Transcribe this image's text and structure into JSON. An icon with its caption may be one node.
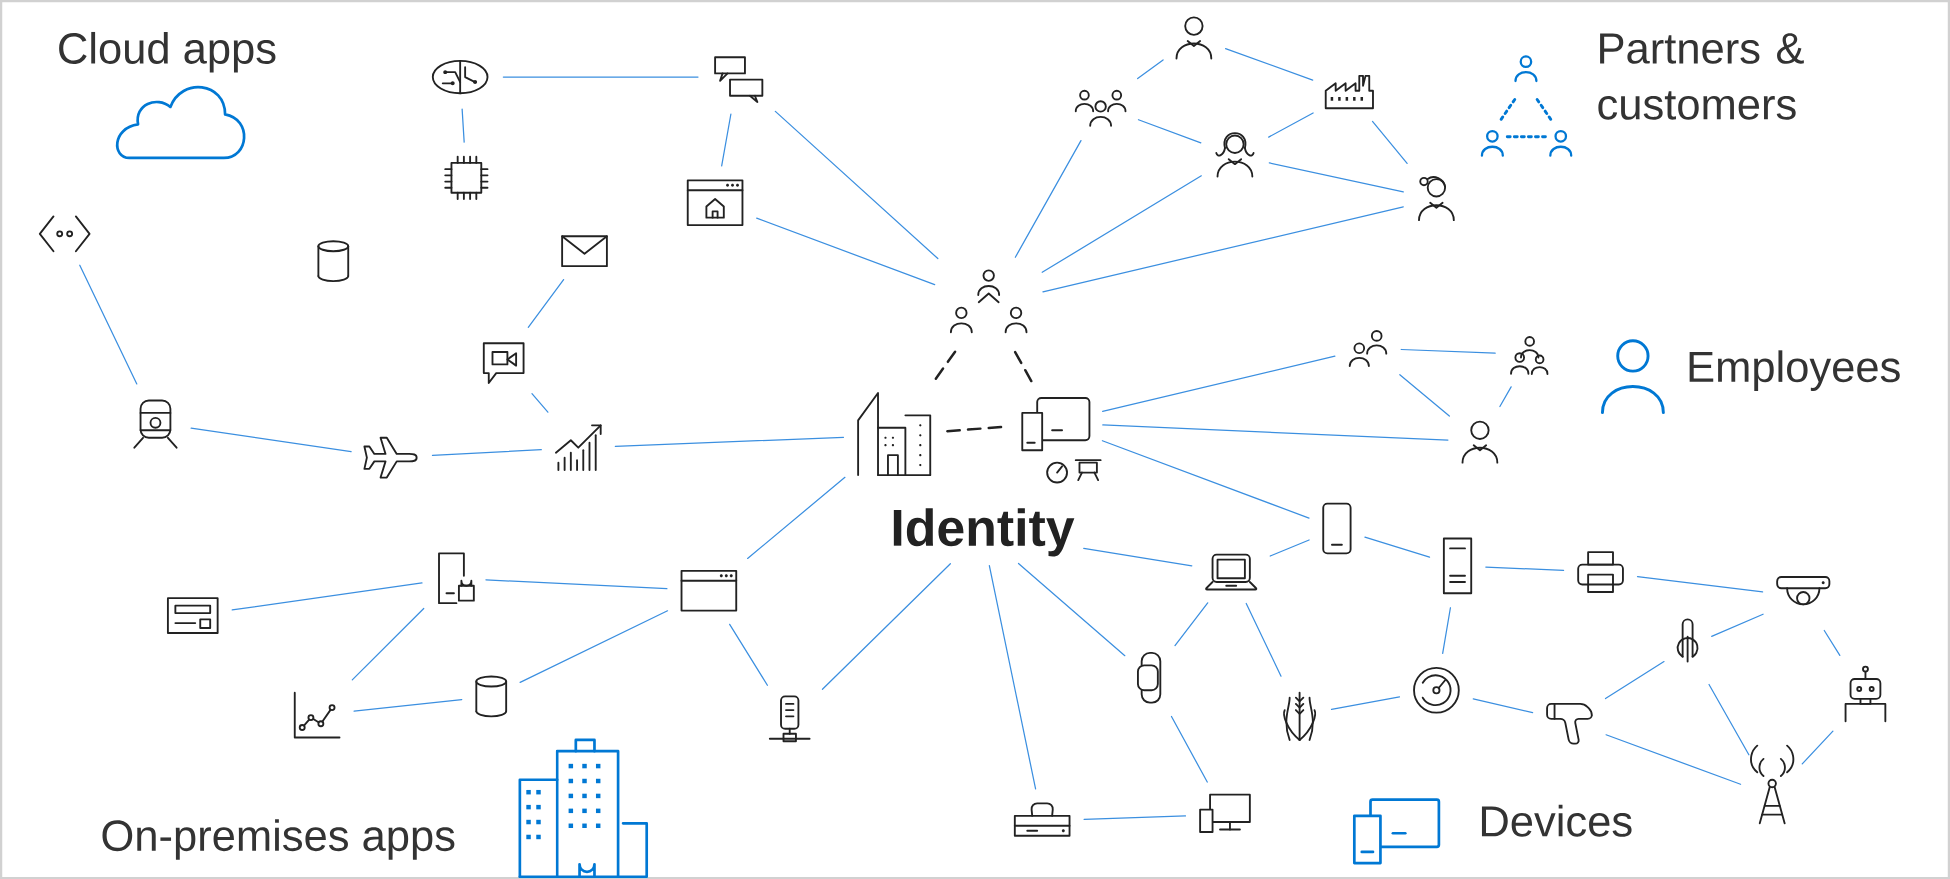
{
  "diagram": {
    "nodes": [
      {
        "text": [
          "Identity"
        ]
      },
      {
        "text": [],
        "shape": "picture"
      },
      {
        "text": [],
        "shape": "picture"
      },
      {
        "text": [],
        "shape": "picture"
      },
      {
        "text": [],
        "shape": "picture"
      },
      {
        "text": [],
        "shape": "picture"
      },
      {
        "text": [],
        "shape": "picture"
      },
      {
        "text": [],
        "shape": "picture"
      },
      {
        "text": [],
        "shape": "cylinder"
      },
      {
        "text": [],
        "shape": "picture"
      },
      {
        "text": [],
        "shape": "picture"
      },
      {
        "text": [],
        "shape": "picture"
      },
      {
        "text": [],
        "shape": "picture"
      },
      {
        "text": [],
        "shape": "picture"
      },
      {
        "text": [],
        "shape": "picture"
      },
      {
        "text": [],
        "shape": "person"
      },
      {
        "text": [],
        "shape": "picture"
      },
      {
        "text": [],
        "shape": "picture"
      },
      {
        "text": [],
        "shape": "person"
      },
      {
        "text": [],
        "shape": "person"
      },
      {
        "text": [],
        "shape": "picture"
      },
      {
        "text": [],
        "shape": "picture"
      },
      {
        "text": [],
        "shape": "person"
      },
      {
        "text": [],
        "shape": "picture"
      },
      {
        "text": [],
        "shape": "picture"
      },
      {
        "text": [],
        "shape": "picture"
      },
      {
        "text": [],
        "shape": "picture"
      },
      {
        "text": [],
        "shape": "picture"
      },
      {
        "text": [],
        "shape": "picture"
      },
      {
        "text": [],
        "shape": "picture"
      },
      {
        "text": [],
        "shape": "picture"
      },
      {
        "text": [],
        "shape": "picture"
      },
      {
        "text": [],
        "shape": "picture"
      },
      {
        "text": [],
        "shape": "picture"
      },
      {
        "text": [],
        "shape": "picture"
      },
      {
        "text": [],
        "shape": "picture"
      },
      {
        "text": [],
        "shape": "picture"
      },
      {
        "text": [],
        "shape": "picture"
      },
      {
        "text": [],
        "shape": "picture"
      },
      {
        "text": [],
        "shape": "picture"
      },
      {
        "text": [],
        "shape": "picture"
      },
      {
        "text": [],
        "shape": "cylinder"
      },
      {
        "text": [],
        "shape": "picture"
      }
    ],
    "edges": [
      {
        "from": 1,
        "to": 2,
        "arrow": "none",
        "style": "dashed",
        "color": "#222222"
      },
      {
        "from": 1,
        "to": 3,
        "arrow": "none",
        "style": "dashed",
        "color": "#222222"
      },
      {
        "from": 2,
        "to": 3,
        "arrow": "none",
        "style": "dashed",
        "color": "#222222"
      },
      {
        "from": 4,
        "to": 5,
        "arrow": "none"
      },
      {
        "from": 4,
        "to": 6,
        "arrow": "none"
      },
      {
        "from": 5,
        "to": 7,
        "arrow": "none"
      },
      {
        "from": 5,
        "to": 1,
        "arrow": "none"
      },
      {
        "from": 7,
        "to": 1,
        "arrow": "none"
      },
      {
        "from": 10,
        "to": 11,
        "arrow": "none"
      },
      {
        "from": 11,
        "to": 14,
        "arrow": "none"
      },
      {
        "from": 14,
        "to": 2,
        "arrow": "none"
      },
      {
        "from": 13,
        "to": 14,
        "arrow": "none"
      },
      {
        "from": 12,
        "to": 13,
        "arrow": "none"
      },
      {
        "from": 9,
        "to": 12,
        "arrow": "none"
      },
      {
        "from": 15,
        "to": 16,
        "arrow": "none"
      },
      {
        "from": 17,
        "to": 15,
        "arrow": "none"
      },
      {
        "from": 17,
        "to": 18,
        "arrow": "none"
      },
      {
        "from": 18,
        "to": 16,
        "arrow": "none"
      },
      {
        "from": 16,
        "to": 19,
        "arrow": "none"
      },
      {
        "from": 18,
        "to": 19,
        "arrow": "none"
      },
      {
        "from": 17,
        "to": 1,
        "arrow": "none"
      },
      {
        "from": 18,
        "to": 1,
        "arrow": "none"
      },
      {
        "from": 19,
        "to": 1,
        "arrow": "none"
      },
      {
        "from": 20,
        "to": 21,
        "arrow": "none"
      },
      {
        "from": 20,
        "to": 22,
        "arrow": "none"
      },
      {
        "from": 21,
        "to": 22,
        "arrow": "none"
      },
      {
        "from": 20,
        "to": 3,
        "arrow": "none"
      },
      {
        "from": 22,
        "to": 3,
        "arrow": "none"
      },
      {
        "from": 23,
        "to": 3,
        "arrow": "none"
      },
      {
        "from": 24,
        "to": 0,
        "arrow": "none"
      },
      {
        "from": 28,
        "to": 0,
        "arrow": "none"
      },
      {
        "from": 35,
        "to": 0,
        "arrow": "none"
      },
      {
        "from": 24,
        "to": 23,
        "arrow": "none"
      },
      {
        "from": 23,
        "to": 25,
        "arrow": "none"
      },
      {
        "from": 25,
        "to": 26,
        "arrow": "none"
      },
      {
        "from": 26,
        "to": 27,
        "arrow": "none"
      },
      {
        "from": 25,
        "to": 30,
        "arrow": "none"
      },
      {
        "from": 24,
        "to": 28,
        "arrow": "none"
      },
      {
        "from": 24,
        "to": 29,
        "arrow": "none"
      },
      {
        "from": 29,
        "to": 30,
        "arrow": "none"
      },
      {
        "from": 30,
        "to": 32,
        "arrow": "none"
      },
      {
        "from": 32,
        "to": 31,
        "arrow": "none"
      },
      {
        "from": 31,
        "to": 27,
        "arrow": "none"
      },
      {
        "from": 31,
        "to": 34,
        "arrow": "none"
      },
      {
        "from": 27,
        "to": 33,
        "arrow": "none"
      },
      {
        "from": 33,
        "to": 34,
        "arrow": "none"
      },
      {
        "from": 32,
        "to": 34,
        "arrow": "none"
      },
      {
        "from": 28,
        "to": 36,
        "arrow": "none"
      },
      {
        "from": 35,
        "to": 36,
        "arrow": "none"
      },
      {
        "from": 37,
        "to": 38,
        "arrow": "none"
      },
      {
        "from": 38,
        "to": 39,
        "arrow": "none"
      },
      {
        "from": 39,
        "to": 2,
        "arrow": "none"
      },
      {
        "from": 38,
        "to": 40,
        "arrow": "none"
      },
      {
        "from": 40,
        "to": 41,
        "arrow": "none"
      },
      {
        "from": 41,
        "to": 39,
        "arrow": "none"
      },
      {
        "from": 39,
        "to": 42,
        "arrow": "none"
      },
      {
        "from": 42,
        "to": 0,
        "arrow": "none"
      }
    ],
    "labels": [
      "Cloud apps",
      "Partners & customers",
      "Employees",
      "On-premises apps",
      "Devices"
    ]
  }
}
